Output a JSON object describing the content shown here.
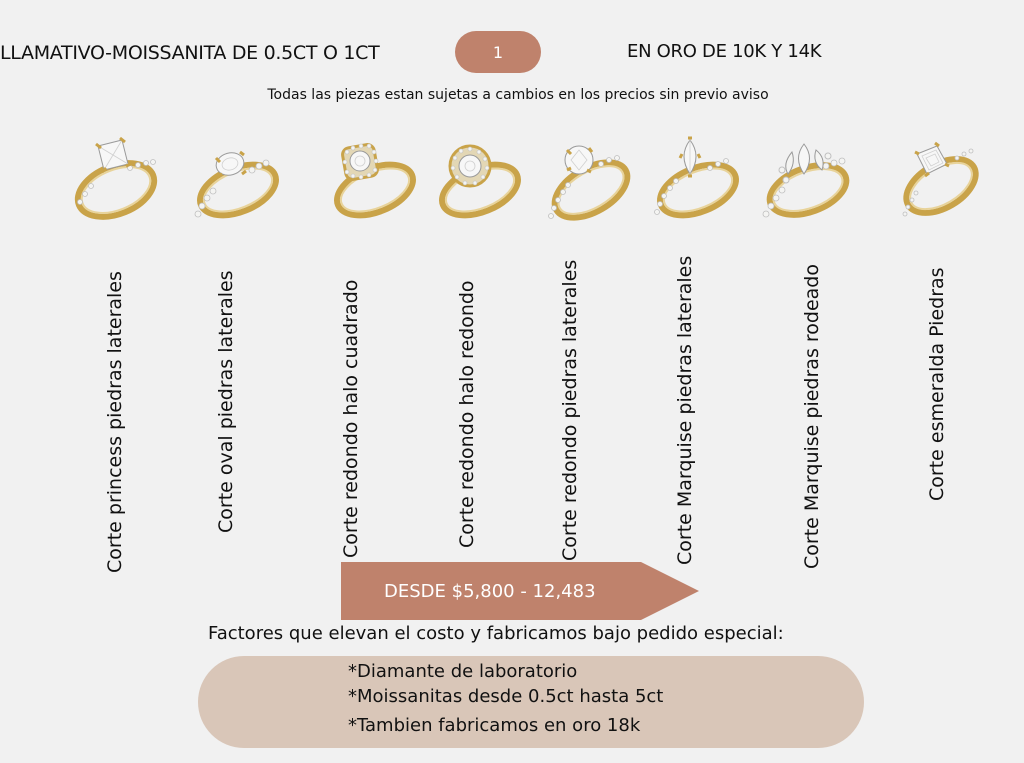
{
  "header": {
    "title": "LLAMATIVO-MOISSANITA DE 0.5CT O 1CT",
    "page_number": "1",
    "metal": "EN ORO DE 10K Y 14K"
  },
  "notice": "Todas las piezas estan sujetas a cambios en los precios sin previo aviso",
  "rings": [
    {
      "label": "Corte princess piedras laterales",
      "icon": "princess-cut-ring"
    },
    {
      "label": "Corte oval piedras laterales",
      "icon": "oval-cut-ring"
    },
    {
      "label": "Corte redondo  halo cuadrado",
      "icon": "round-square-halo-ring"
    },
    {
      "label": "Corte redondo  halo redondo",
      "icon": "round-halo-ring"
    },
    {
      "label": "Corte redondo piedras laterales",
      "icon": "round-side-stones-ring"
    },
    {
      "label": "Corte Marquise piedras laterales",
      "icon": "marquise-side-stones-ring"
    },
    {
      "label": "Corte Marquise piedras rodeado",
      "icon": "marquise-cluster-ring"
    },
    {
      "label": "Corte esmeralda Piedras",
      "icon": "emerald-cut-ring"
    }
  ],
  "price": "DESDE $5,800 - 12,483",
  "factors": {
    "title": "Factores que elevan el costo y fabricamos bajo pedido especial:",
    "items": [
      "*Diamante de laboratorio",
      "*Moissanitas desde 0.5ct hasta 5ct",
      "*Tambien fabricamos en oro 18k"
    ]
  },
  "colors": {
    "background": "#f1f1f1",
    "accent": "#bf826c",
    "factors_box": "#d9c6b8",
    "gold": "#c9a349"
  }
}
